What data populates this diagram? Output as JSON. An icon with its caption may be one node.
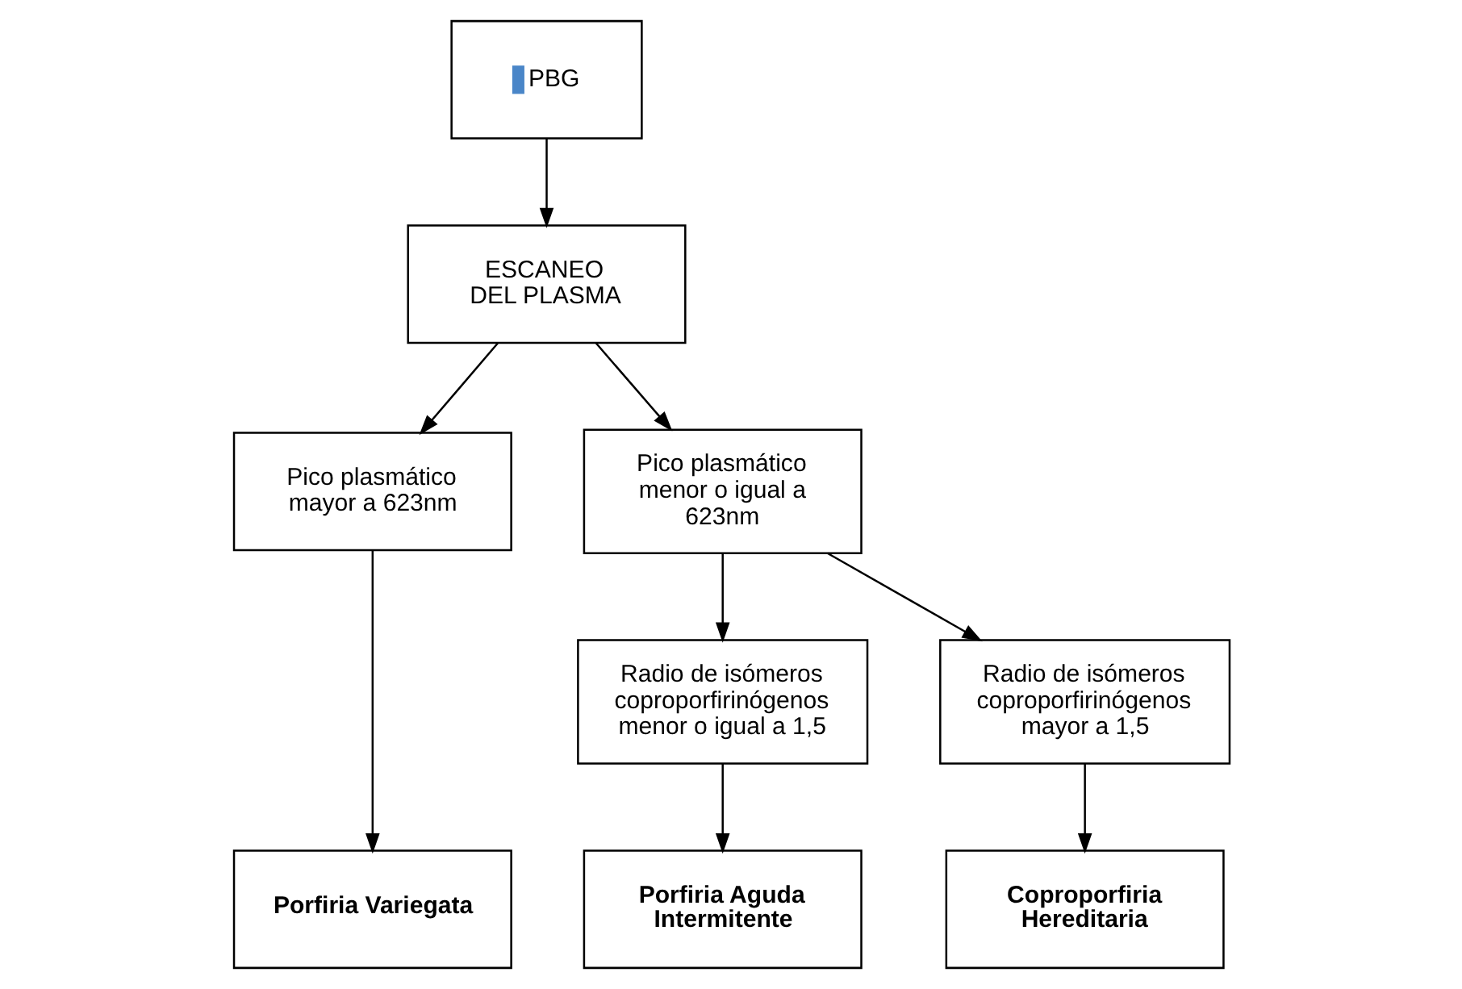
{
  "diagram": {
    "nodes": [
      {
        "text": [
          "PBG"
        ]
      },
      {
        "text": [
          "ESCANEO DEL PLASMA"
        ]
      },
      {
        "text": [
          "Pico plasmático mayor a 623nm"
        ]
      },
      {
        "text": [
          "Pico plasmático menor o igual a 623nm"
        ]
      },
      {
        "text": [
          "Radio de isómeros coproporfirinógenos menor o igual a 1,5"
        ]
      },
      {
        "text": [
          "Radio de isómeros coproporfirinógenos mayor a 1,5"
        ]
      },
      {
        "text": [
          "Porfiria Variegata"
        ]
      },
      {
        "text": [
          "Porfiria Aguda Intermitente"
        ]
      },
      {
        "text": [
          "Coproporfiria Hereditaria"
        ]
      }
    ],
    "edges": [
      {
        "from": 0,
        "to": 1,
        "arrow": "to"
      },
      {
        "from": 1,
        "to": 2,
        "arrow": "to"
      },
      {
        "from": 1,
        "to": 3,
        "arrow": "to"
      },
      {
        "from": 3,
        "to": 4,
        "arrow": "to"
      },
      {
        "from": 3,
        "to": 5,
        "arrow": "to"
      },
      {
        "from": 2,
        "to": 6,
        "arrow": "to"
      },
      {
        "from": 4,
        "to": 7,
        "arrow": "to"
      },
      {
        "from": 5,
        "to": 8,
        "arrow": "to"
      }
    ]
  }
}
